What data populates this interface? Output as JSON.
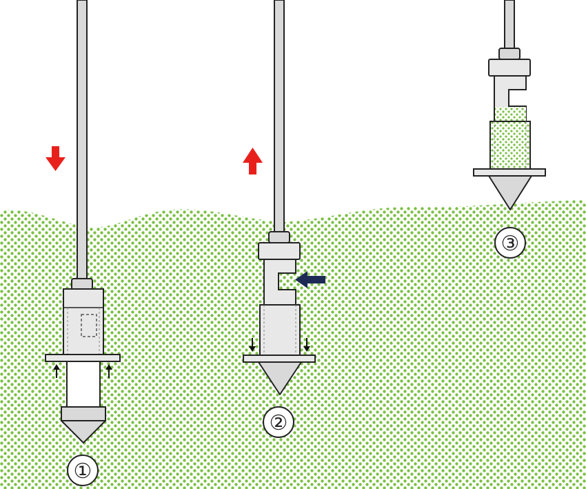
{
  "colors": {
    "ground_dot": "#7bc043",
    "rod_fill": "#d9d9d9",
    "body_fill": "#e8e8e8",
    "outline": "#222222",
    "arrow_red": "#e8201c",
    "arrow_navy": "#1d2a56",
    "background": "#ffffff"
  },
  "icons": {
    "down_arrow": "red-down-arrow-icon",
    "up_arrow": "red-up-arrow-icon",
    "side_arrow": "navy-left-arrow-icon"
  },
  "steps": [
    {
      "label": "①",
      "motion": "down"
    },
    {
      "label": "②",
      "motion": "up"
    },
    {
      "label": "③",
      "motion": "none"
    }
  ]
}
